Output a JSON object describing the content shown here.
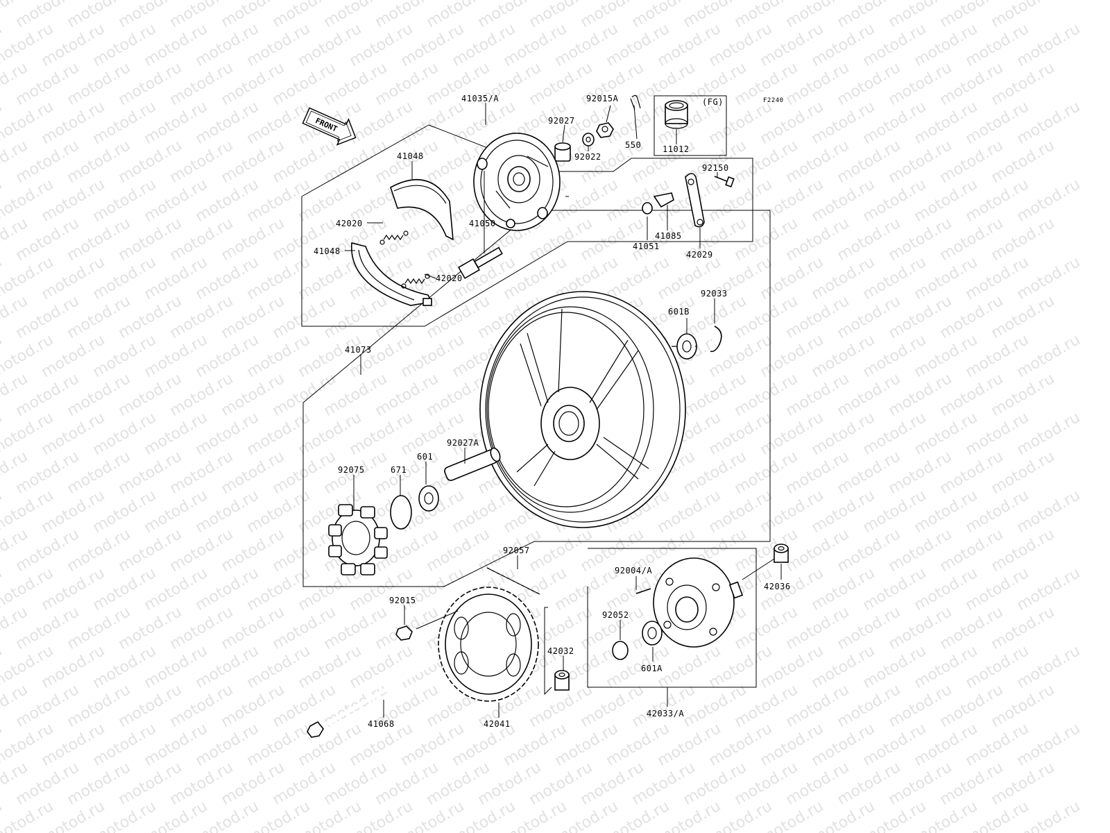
{
  "watermark": "motod.ru",
  "code": "F2240",
  "front_label": "FRONT",
  "inset_label": "(FG)",
  "parts": {
    "p41035": "41035/A",
    "p92027": "92027",
    "p92015A": "92015A",
    "p550": "550",
    "p11012": "11012",
    "p92022": "92022",
    "p41048a": "41048",
    "p42020a": "42020",
    "p41048b": "41048",
    "p41050": "41050",
    "p42020b": "42020",
    "p92150": "92150",
    "p41085": "41085",
    "p41051": "41051",
    "p42029": "42029",
    "p92033": "92033",
    "p601B": "601B",
    "p41073": "41073",
    "p92027A": "92027A",
    "p601": "601",
    "p671": "671",
    "p92075": "92075",
    "p92057": "92057",
    "p92015": "92015",
    "p92004": "92004/A",
    "p92052": "92052",
    "p42032": "42032",
    "p601A": "601A",
    "p42036": "42036",
    "p42041": "42041",
    "p41068": "41068",
    "p42033": "42033/A"
  }
}
